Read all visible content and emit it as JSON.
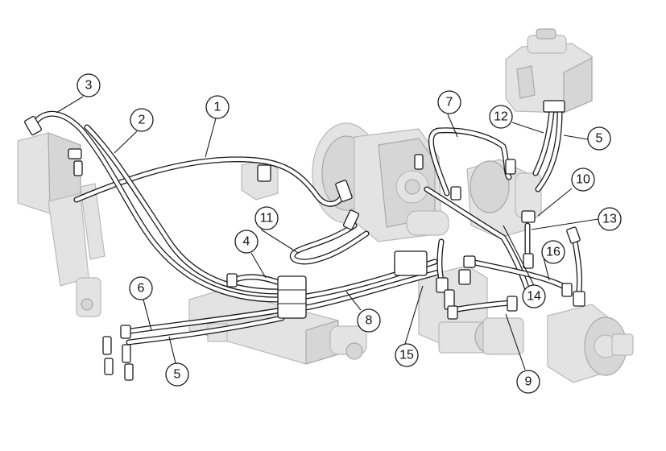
{
  "callouts": [
    {
      "id": "1",
      "label": "1"
    },
    {
      "id": "2",
      "label": "2"
    },
    {
      "id": "3",
      "label": "3"
    },
    {
      "id": "4",
      "label": "4"
    },
    {
      "id": "5a",
      "label": "5"
    },
    {
      "id": "5b",
      "label": "5"
    },
    {
      "id": "6",
      "label": "6"
    },
    {
      "id": "7",
      "label": "7"
    },
    {
      "id": "8",
      "label": "8"
    },
    {
      "id": "9",
      "label": "9"
    },
    {
      "id": "10",
      "label": "10"
    },
    {
      "id": "11",
      "label": "11"
    },
    {
      "id": "12",
      "label": "12"
    },
    {
      "id": "13",
      "label": "13"
    },
    {
      "id": "14",
      "label": "14"
    },
    {
      "id": "15",
      "label": "15"
    },
    {
      "id": "16",
      "label": "16"
    }
  ],
  "colors": {
    "line": "#1a1a1a",
    "component_fill": "#e3e3e3",
    "component_stroke": "#b9b9b9",
    "background": "#ffffff"
  }
}
